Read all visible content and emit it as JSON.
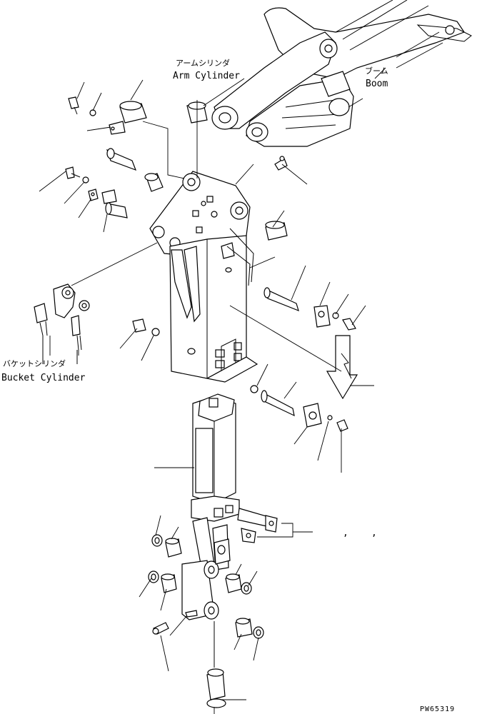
{
  "labels": {
    "arm_cylinder_jp": "アームシリンダ",
    "arm_cylinder_en": "Arm Cylinder",
    "boom_jp": "ブーム",
    "boom_en": "Boom",
    "bucket_cylinder_jp": "バケットシリンダ",
    "bucket_cylinder_en": "Bucket Cylinder",
    "drawing_code": "PW65319",
    "comma_1": ",",
    "comma_2": ","
  }
}
